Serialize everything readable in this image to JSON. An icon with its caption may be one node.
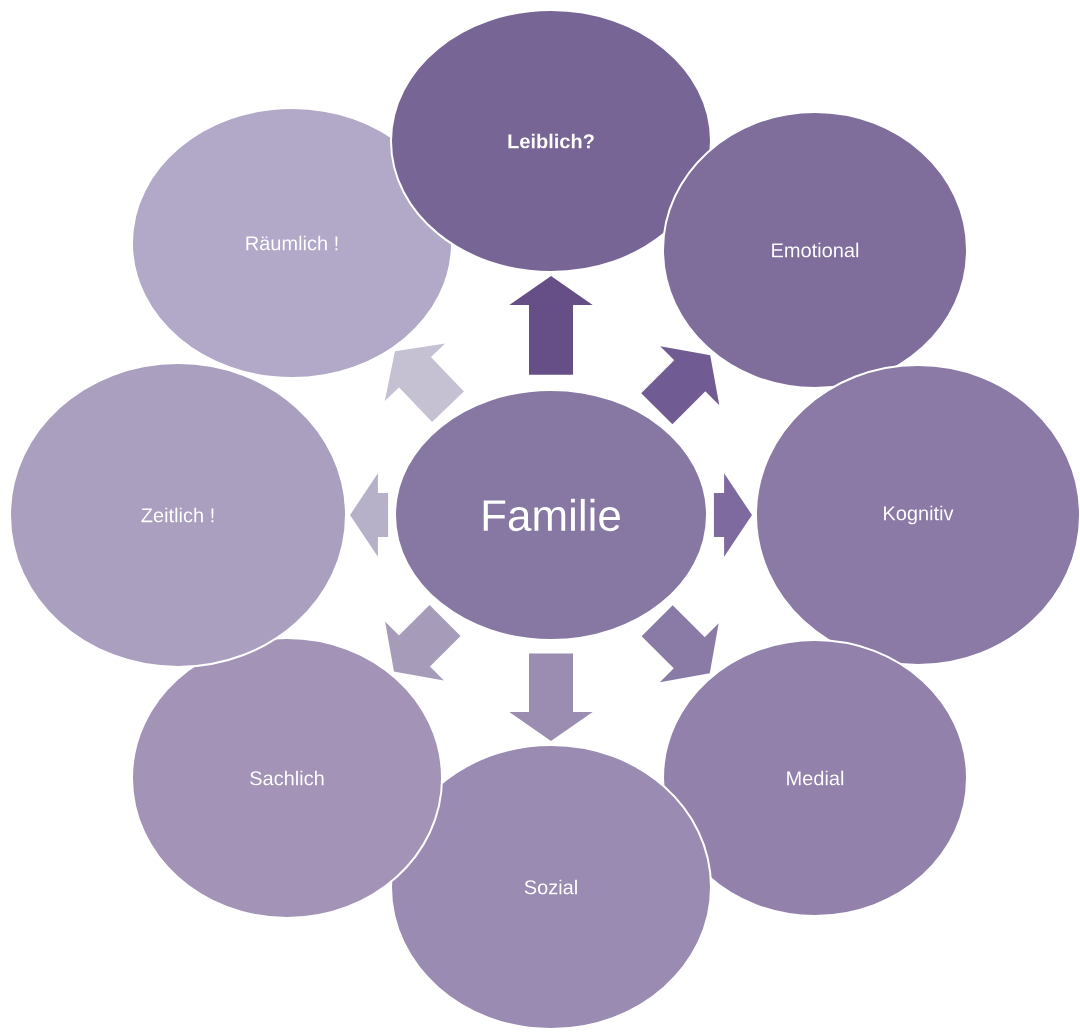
{
  "diagram": {
    "nodes": [
      {
        "text": [
          "Familie"
        ]
      },
      {
        "text": [
          "Leiblich?"
        ]
      },
      {
        "text": [
          "Emotional"
        ]
      },
      {
        "text": [
          "Kognitiv"
        ]
      },
      {
        "text": [
          "Medial"
        ]
      },
      {
        "text": [
          "Sozial"
        ]
      },
      {
        "text": [
          "Sachlich"
        ]
      },
      {
        "text": [
          "Zeitlich !"
        ]
      },
      {
        "text": [
          "Räumlich !"
        ]
      }
    ],
    "edges": [
      {
        "from": 0,
        "to": 1,
        "arrow": "to",
        "color": "#654f86"
      },
      {
        "from": 0,
        "to": 2,
        "arrow": "to",
        "color": "#715b93"
      },
      {
        "from": 0,
        "to": 3,
        "arrow": "to",
        "color": "#7e6a9e"
      },
      {
        "from": 0,
        "to": 4,
        "arrow": "to",
        "color": "#8a7aa6"
      },
      {
        "from": 0,
        "to": 5,
        "arrow": "to",
        "color": "#9a8db1"
      },
      {
        "from": 0,
        "to": 6,
        "arrow": "to",
        "color": "#a69cba"
      },
      {
        "from": 0,
        "to": 7,
        "arrow": "to",
        "color": "#b6b0c8"
      },
      {
        "from": 0,
        "to": 8,
        "arrow": "to",
        "color": "#c5c1d3"
      }
    ]
  }
}
